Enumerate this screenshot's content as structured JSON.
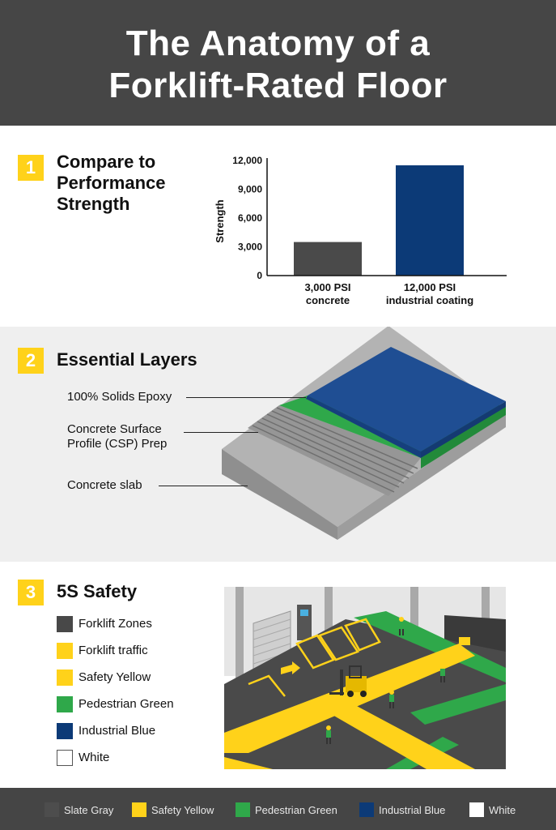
{
  "header": {
    "title_line1": "The Anatomy of a",
    "title_line2": "Forklift-Rated Floor"
  },
  "section1": {
    "number": "1",
    "title_line1": "Compare to",
    "title_line2": "Performance",
    "title_line3": "Strength"
  },
  "chart_data": {
    "type": "bar",
    "ylabel": "Strength",
    "ylim": [
      0,
      12000
    ],
    "yticks": [
      "0",
      "3,000",
      "6,000",
      "9,000",
      "12,000"
    ],
    "categories": [
      {
        "line1": "3,000 PSI",
        "line2": "concrete"
      },
      {
        "line1": "12,000 PSI",
        "line2": "industrial coating"
      }
    ],
    "values": [
      3500,
      11500
    ],
    "colors": [
      "#4a4a4a",
      "#0c3a77"
    ]
  },
  "section2": {
    "number": "2",
    "title": "Essential Layers",
    "labels": {
      "epoxy": "100% Solids Epoxy",
      "csp_line1": "Concrete Surface",
      "csp_line2": "Profile (CSP) Prep",
      "slab": "Concrete slab"
    },
    "colors": {
      "epoxy_top": "#1f4e93",
      "green": "#2fa84a",
      "concrete": "#a9a9a9"
    }
  },
  "section3": {
    "number": "3",
    "title": "5S Safety",
    "legend": [
      {
        "label": "Forklift Zones",
        "color": "#484848"
      },
      {
        "label": "Forklift traffic",
        "color": "#ffd21a"
      },
      {
        "label": "Safety Yellow",
        "color": "#ffd21a"
      },
      {
        "label": "Pedestrian Green",
        "color": "#2fa84a"
      },
      {
        "label": "Industrial Blue",
        "color": "#0c3a77"
      },
      {
        "label": "White",
        "color": "#ffffff"
      }
    ]
  },
  "footer": {
    "items": [
      {
        "label": "Slate Gray",
        "color": "#4d4d4d"
      },
      {
        "label": "Safety Yellow",
        "color": "#ffd21a"
      },
      {
        "label": "Pedestrian Green",
        "color": "#2fa84a"
      },
      {
        "label": "Industrial Blue",
        "color": "#0c3a77"
      },
      {
        "label": "White",
        "color": "#ffffff"
      }
    ]
  }
}
